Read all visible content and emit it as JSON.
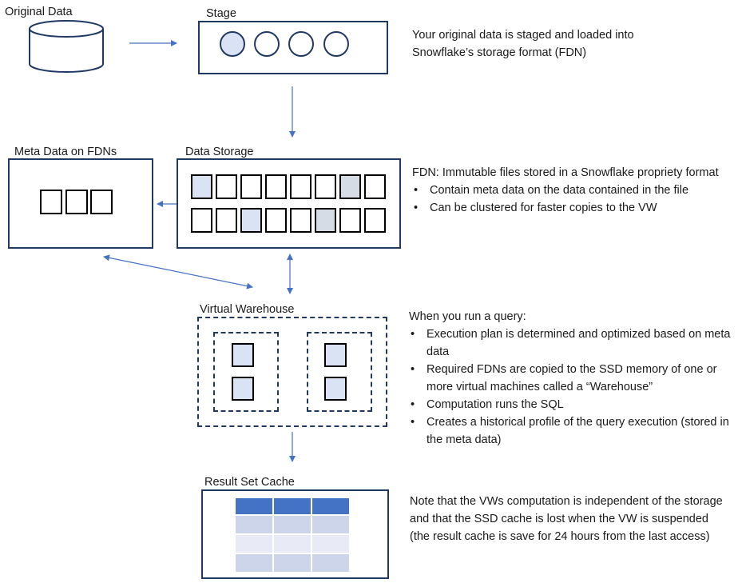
{
  "labels": {
    "original_data": "Original Data",
    "stage": "Stage",
    "meta_data": "Meta Data on FDNs",
    "data_storage": "Data Storage",
    "virtual_warehouse": "Virtual Warehouse",
    "result_set_cache": "Result Set Cache"
  },
  "descriptions": {
    "stage": {
      "text": "Your original data is staged and loaded into Snowflake’s storage format (FDN)"
    },
    "storage": {
      "intro": "FDN:  Immutable files stored in a Snowflake propriety format",
      "bullets": [
        "Contain meta data on the data contained in the file",
        "Can be clustered for faster copies to the VW"
      ]
    },
    "warehouse": {
      "intro": "When you run a query:",
      "bullets": [
        "Execution plan is determined and optimized based on meta data",
        "Required FDNs are copied to the SSD memory of one or more virtual machines called a “Warehouse”",
        "Computation runs the SQL",
        "Creates a historical profile of the query execution (stored in the meta data)"
      ]
    },
    "note": {
      "text": "Note that the VWs computation is independent of the storage and that the SSD cache is lost when the VW is suspended (the result cache is save for 24 hours from the last access)"
    }
  },
  "colors": {
    "border": "#1f3864",
    "arrow": "#4472c4",
    "fill_light": "#dae3f3",
    "fill_gray": "#d6dce5",
    "table_header": "#4472c4",
    "table_row_a": "#cdd5ea",
    "table_row_b": "#e8ebf5"
  }
}
